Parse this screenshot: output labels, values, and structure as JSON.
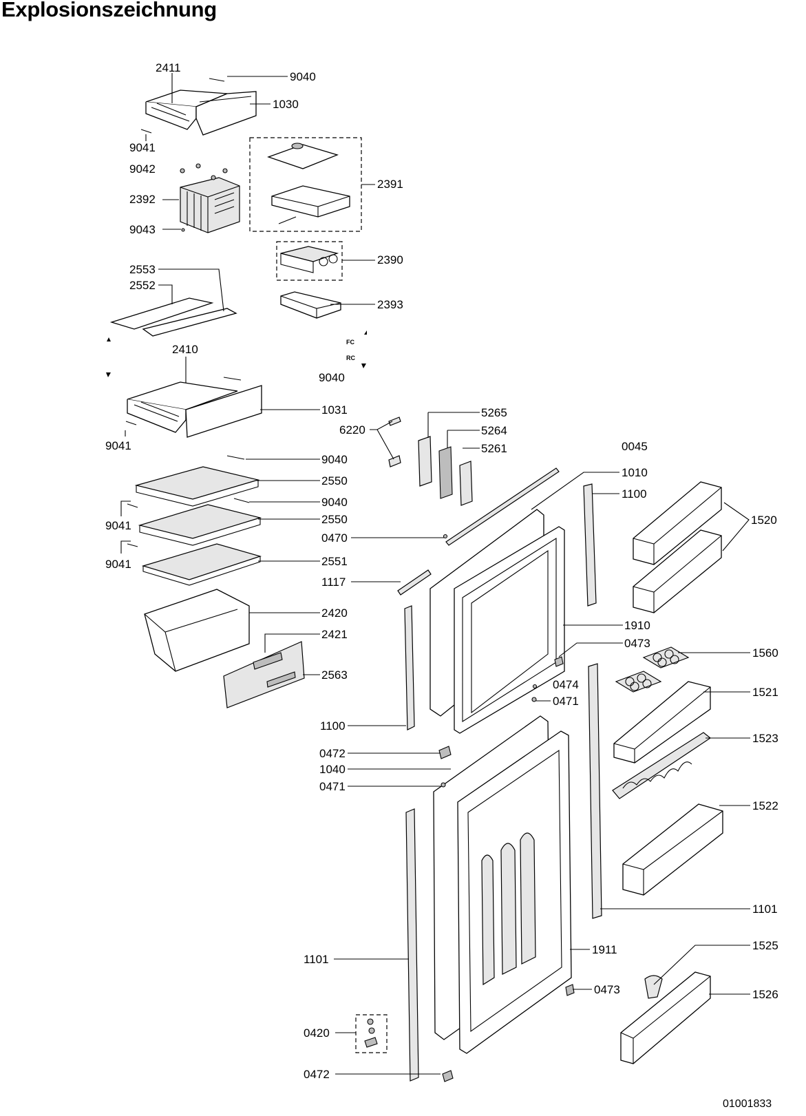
{
  "title": "Explosionszeichnung",
  "document_number": "01001833",
  "markers": {
    "fc": "FC",
    "rc": "RC"
  },
  "parts": [
    {
      "key": "p2411",
      "label": "2411"
    },
    {
      "key": "p9040a",
      "label": "9040"
    },
    {
      "key": "p1030",
      "label": "1030"
    },
    {
      "key": "p9041a",
      "label": "9041"
    },
    {
      "key": "p9042",
      "label": "9042"
    },
    {
      "key": "p2391",
      "label": "2391"
    },
    {
      "key": "p2392",
      "label": "2392"
    },
    {
      "key": "p9043",
      "label": "9043"
    },
    {
      "key": "p2390",
      "label": "2390"
    },
    {
      "key": "p2553",
      "label": "2553"
    },
    {
      "key": "p2552",
      "label": "2552"
    },
    {
      "key": "p2393",
      "label": "2393"
    },
    {
      "key": "p2410",
      "label": "2410"
    },
    {
      "key": "p9040b",
      "label": "9040"
    },
    {
      "key": "p1031",
      "label": "1031"
    },
    {
      "key": "p9041b",
      "label": "9041"
    },
    {
      "key": "p5265",
      "label": "5265"
    },
    {
      "key": "p6220",
      "label": "6220"
    },
    {
      "key": "p5264",
      "label": "5264"
    },
    {
      "key": "p5261",
      "label": "5261"
    },
    {
      "key": "p0045",
      "label": "0045"
    },
    {
      "key": "p9040c",
      "label": "9040"
    },
    {
      "key": "p1010",
      "label": "1010"
    },
    {
      "key": "p2550a",
      "label": "2550"
    },
    {
      "key": "p1100a",
      "label": "1100"
    },
    {
      "key": "p9040d",
      "label": "9040"
    },
    {
      "key": "p9041c",
      "label": "9041"
    },
    {
      "key": "p1520",
      "label": "1520"
    },
    {
      "key": "p2550b",
      "label": "2550"
    },
    {
      "key": "p0470",
      "label": "0470"
    },
    {
      "key": "p9041d",
      "label": "9041"
    },
    {
      "key": "p2551",
      "label": "2551"
    },
    {
      "key": "p1117",
      "label": "1117"
    },
    {
      "key": "p2420",
      "label": "2420"
    },
    {
      "key": "p1910",
      "label": "1910"
    },
    {
      "key": "p2421",
      "label": "2421"
    },
    {
      "key": "p0473a",
      "label": "0473"
    },
    {
      "key": "p1560",
      "label": "1560"
    },
    {
      "key": "p2563",
      "label": "2563"
    },
    {
      "key": "p0474",
      "label": "0474"
    },
    {
      "key": "p1521",
      "label": "1521"
    },
    {
      "key": "p0471a",
      "label": "0471"
    },
    {
      "key": "p1100b",
      "label": "1100"
    },
    {
      "key": "p0472a",
      "label": "0472"
    },
    {
      "key": "p1523",
      "label": "1523"
    },
    {
      "key": "p1040",
      "label": "1040"
    },
    {
      "key": "p0471b",
      "label": "0471"
    },
    {
      "key": "p1522",
      "label": "1522"
    },
    {
      "key": "p1101a",
      "label": "1101"
    },
    {
      "key": "p1101b",
      "label": "1101"
    },
    {
      "key": "p1911",
      "label": "1911"
    },
    {
      "key": "p1525",
      "label": "1525"
    },
    {
      "key": "p0473b",
      "label": "0473"
    },
    {
      "key": "p1526",
      "label": "1526"
    },
    {
      "key": "p0420",
      "label": "0420"
    },
    {
      "key": "p0472b",
      "label": "0472"
    }
  ]
}
